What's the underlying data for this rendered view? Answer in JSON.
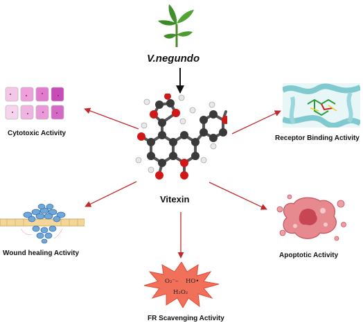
{
  "plant": {
    "name": "V.negundo"
  },
  "compound": {
    "name": "Vitexin"
  },
  "activities": {
    "cytotoxic": "Cytotoxic Activity",
    "receptor_binding": "Receptor Binding Activity",
    "wound_healing": "Wound healing Activity",
    "apoptotic": "Apoptotic Activity",
    "fr_scavenging": "FR Scavenging Activity"
  },
  "radicals": {
    "superoxide": "O₂⁻–",
    "hydroxyl": "HO•",
    "peroxide": "H₂O₂"
  },
  "colors": {
    "arrow_red": "#c0282b",
    "arrow_black": "#111111",
    "leaf_green": "#3f8f2a",
    "burst_red": "#f0705a",
    "cell_pink": "#e0707a",
    "atom_carbon": "#3a3a3a",
    "atom_oxygen": "#d01818",
    "atom_hydrogen": "#e8e8e8",
    "dish_pink": "#e58ad0",
    "cell_blue": "#6fa8d8",
    "protein_teal": "#7fc9cf"
  }
}
